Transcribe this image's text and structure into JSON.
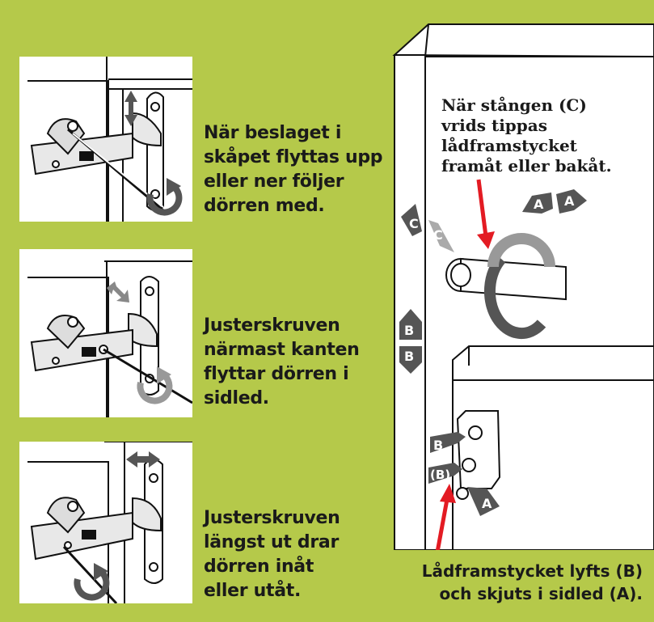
{
  "steps": [
    {
      "caption": "När beslaget i\nskåpet flyttas upp\neller ner följer\ndörren med."
    },
    {
      "caption": "Justerskruven\nnärmast kanten\nflyttar dörren i\nsidled."
    },
    {
      "caption": "Justerskruven\nlängst ut drar\ndörren inåt\neller utåt."
    }
  ],
  "drawer": {
    "rod_note": "När stången (C)\nvrids tippas\nlådframstycket\nframåt eller bakåt.",
    "bottom_note": "Lådframstycket lyfts (B)\noch skjuts i sidled (A).",
    "labels": {
      "a": "A",
      "b": "B",
      "c": "C",
      "b_paren": "(B)"
    }
  },
  "colors": {
    "background": "#b5c94a",
    "arrow_dark": "#555555",
    "arrow_light": "#aaaaaa",
    "pointer_red": "#e31b23"
  }
}
